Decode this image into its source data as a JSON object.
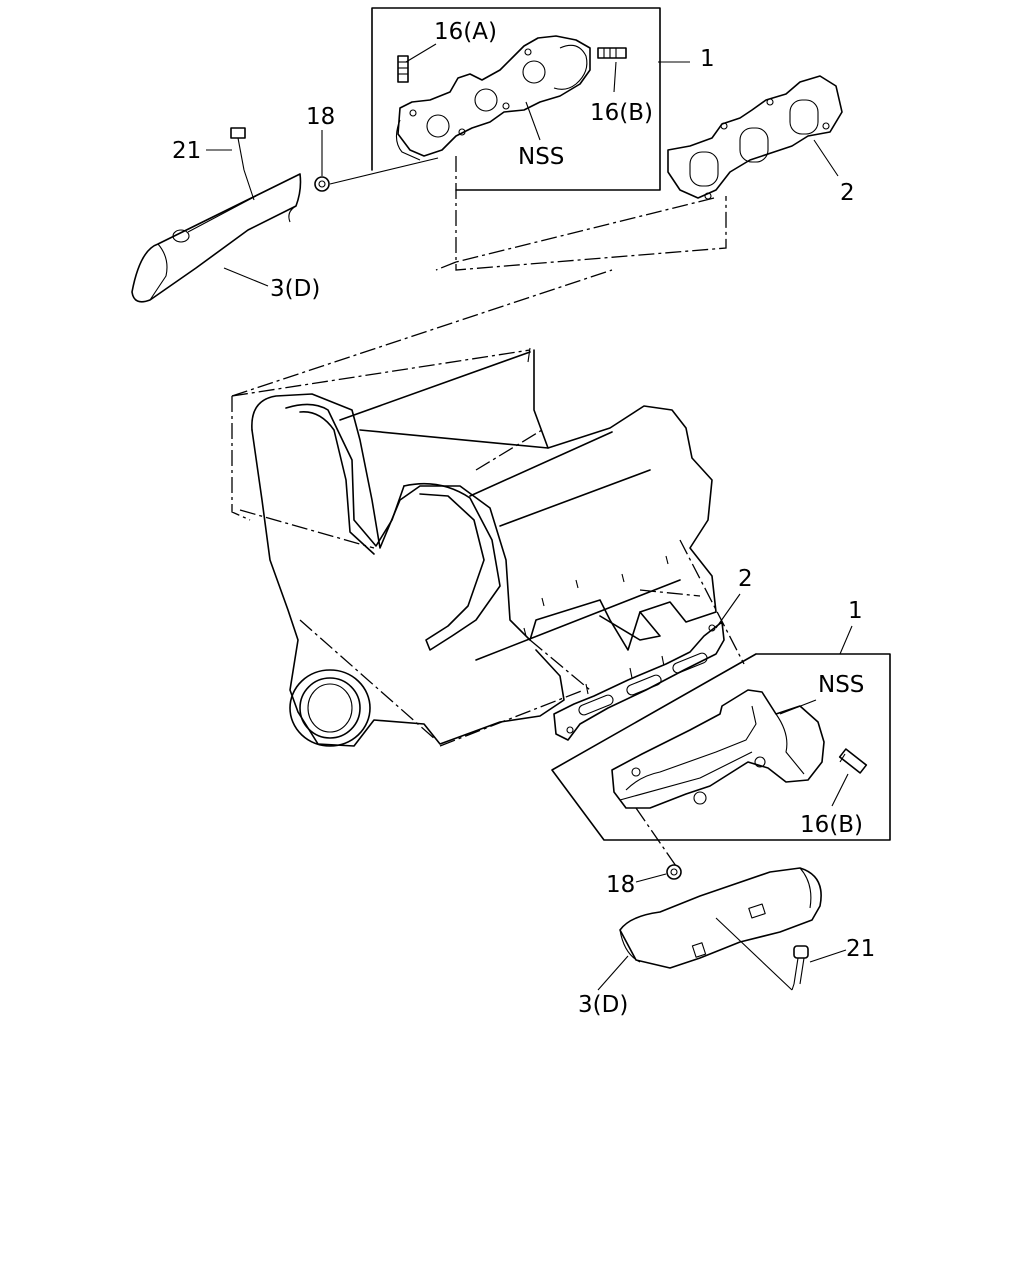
{
  "labels": {
    "upper_16a": "16(A)",
    "upper_1": "1",
    "upper_16b": "16(B)",
    "upper_nss": "NSS",
    "upper_18": "18",
    "upper_21": "21",
    "upper_2": "2",
    "upper_3d": "3(D)",
    "lower_2": "2",
    "lower_1": "1",
    "lower_nss": "NSS",
    "lower_16b": "16(B)",
    "lower_18": "18",
    "lower_21": "21",
    "lower_3d": "3(D)"
  }
}
